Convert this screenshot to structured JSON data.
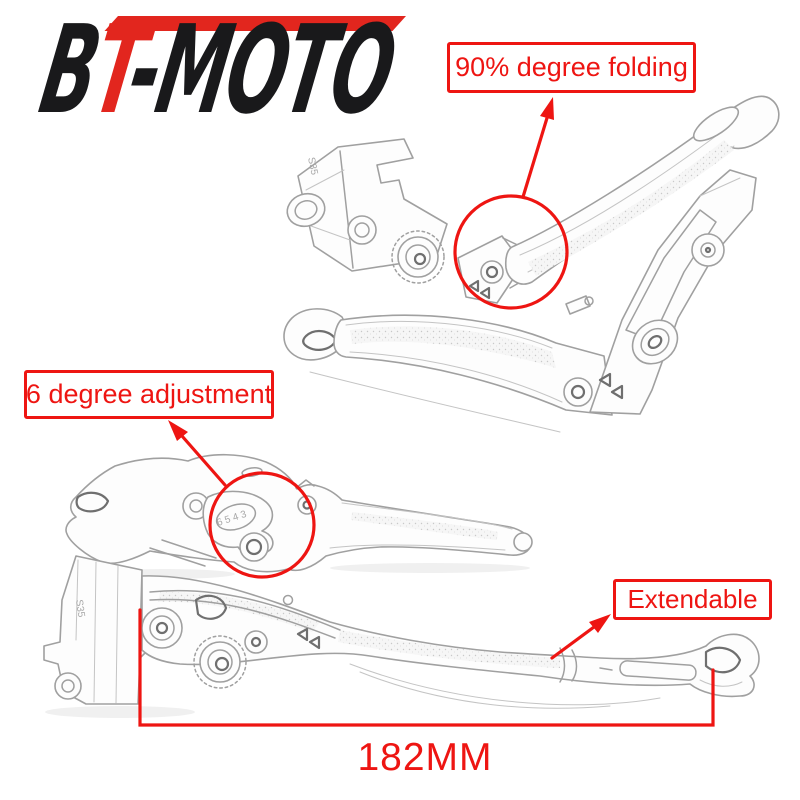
{
  "colors": {
    "annotation_red": "#ee1512",
    "logo_red": "#e2261e",
    "logo_black": "#19191b",
    "line_art": "#a0a0a0",
    "line_art_dark": "#6f6f6f",
    "background": "#ffffff"
  },
  "logo": {
    "brand": "BT-MOTO",
    "part_b": "B",
    "part_t": "T",
    "part_rest": "-MOTO"
  },
  "callouts": {
    "folding": {
      "label": "90% degree folding"
    },
    "adjustment": {
      "label": "6 degree adjustment"
    },
    "extendable": {
      "label": "Extendable"
    }
  },
  "measurement": {
    "length_label": "182MM"
  },
  "engravings": {
    "clamp_code": "S35",
    "dial_numbers": "6 5 4 3"
  }
}
